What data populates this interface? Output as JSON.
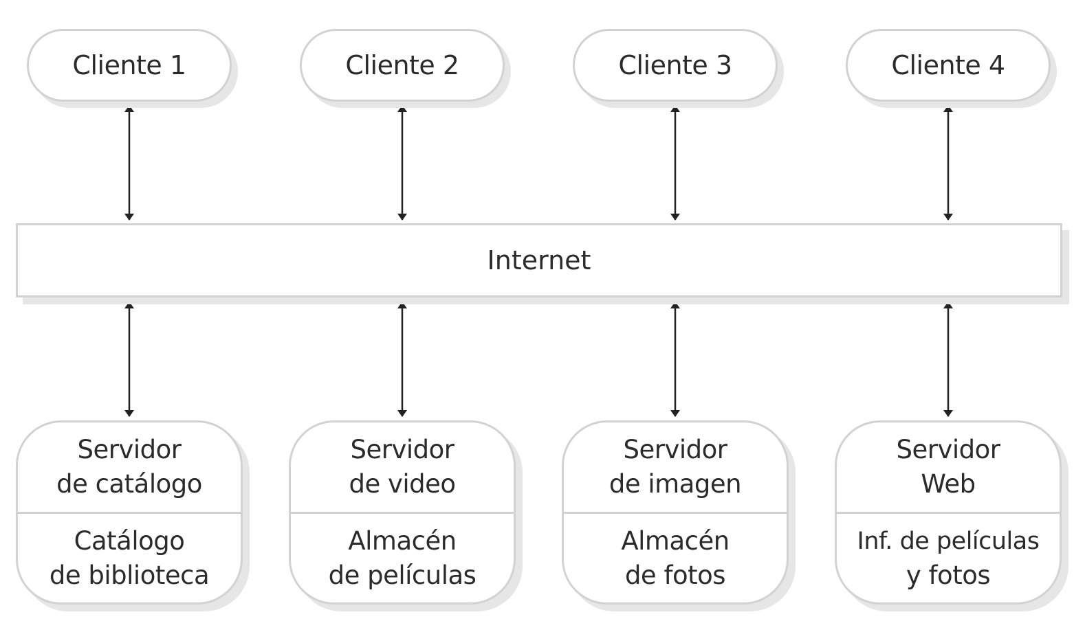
{
  "clients": [
    {
      "label": "Cliente 1"
    },
    {
      "label": "Cliente 2"
    },
    {
      "label": "Cliente 3"
    },
    {
      "label": "Cliente 4"
    }
  ],
  "network": {
    "label": "Internet"
  },
  "servers": [
    {
      "name": [
        "Servidor",
        "de catálogo"
      ],
      "store": [
        "Catálogo",
        "de biblioteca"
      ]
    },
    {
      "name": [
        "Servidor",
        "de video"
      ],
      "store": [
        "Almacén",
        "de películas"
      ]
    },
    {
      "name": [
        "Servidor",
        "de imagen"
      ],
      "store": [
        "Almacén",
        "de fotos"
      ]
    },
    {
      "name": [
        "Servidor",
        "Web"
      ],
      "store": [
        "Inf. de películas",
        "y fotos"
      ]
    }
  ],
  "connections": "bidirectional",
  "colors": {
    "border": "#d2d2d2",
    "shadow": "#e6e6e6",
    "arrow": "#222222",
    "text": "#2b2b2b"
  }
}
